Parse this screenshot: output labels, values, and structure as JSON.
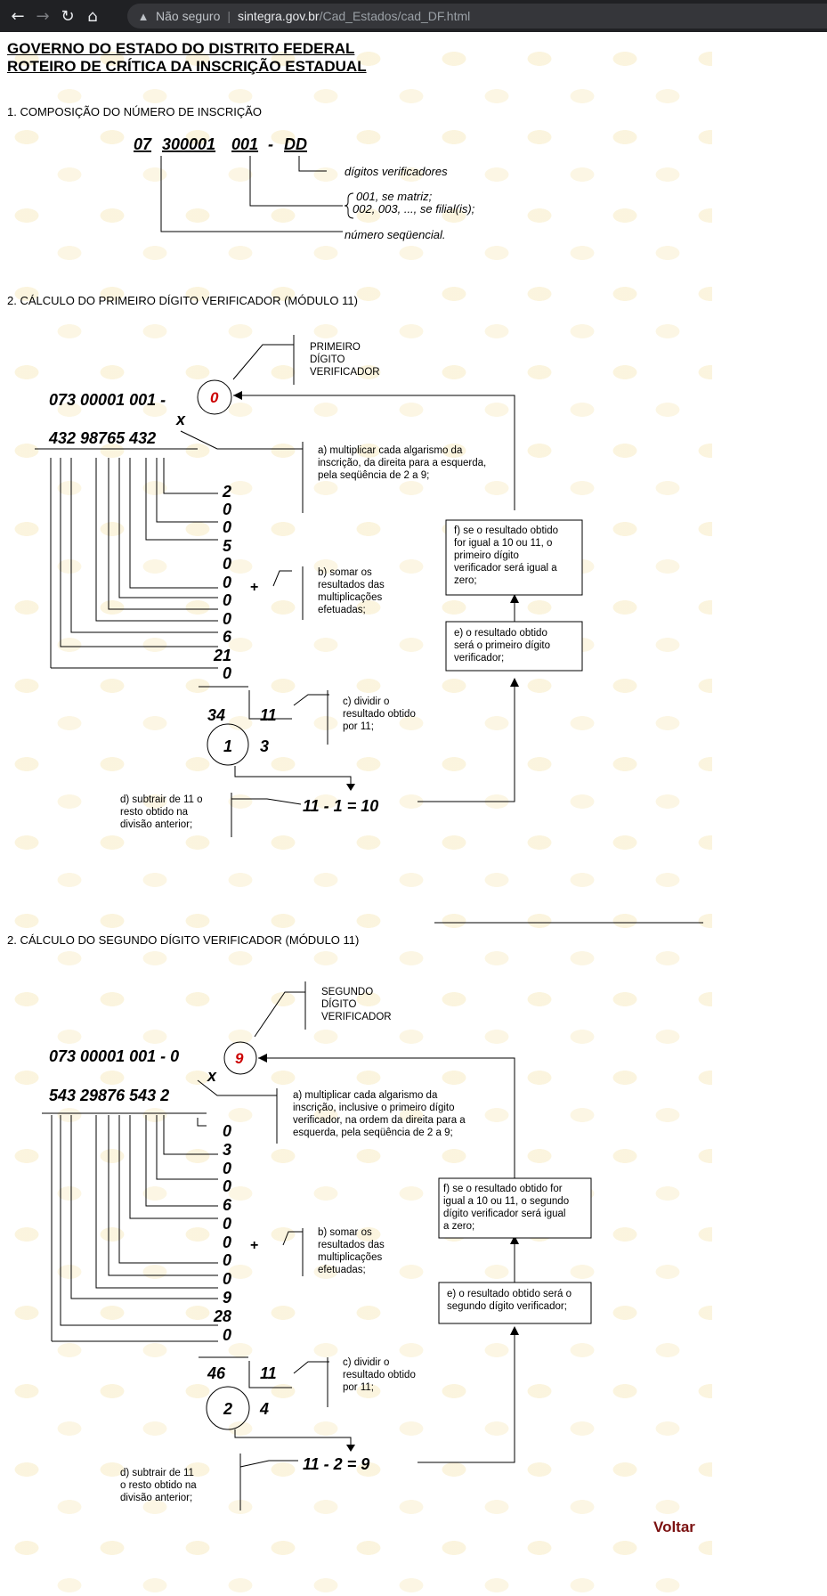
{
  "browser": {
    "security_label": "Não seguro",
    "url_host": "sintegra.gov.br",
    "url_path": "/Cad_Estados/cad_DF.html"
  },
  "header": {
    "line1": "GOVERNO DO ESTADO DO DISTRITO FEDERAL",
    "line2": "ROTEIRO DE CRÍTICA DA INSCRIÇÃO ESTADUAL"
  },
  "section1": {
    "title": "1.  COMPOSIÇÃO DO NÚMERO DE INSCRIÇÃO",
    "part_a": "07",
    "part_b": "300001",
    "part_c": "001",
    "dash": "-",
    "part_d": "DD",
    "label_dv": "dígitos verificadores",
    "label_matriz": "001, se matriz;",
    "label_filial": "002, 003, ..., se filial(is);",
    "label_seq": "número seqüencial."
  },
  "section2": {
    "title": "2.   CÁLCULO DO PRIMEIRO DÍGITO VERIFICADOR (MÓDULO 11)",
    "label_top": [
      "PRIMEIRO",
      "DÍGITO",
      "VERIFICADOR"
    ],
    "number": "073  00001   001  -",
    "result_digit": "0",
    "times": "x",
    "weights": "432  98765  432",
    "products": [
      "2",
      "0",
      "0",
      "5",
      "0",
      "0",
      "0",
      "0",
      "6",
      "21",
      "0"
    ],
    "plus": "+",
    "note_a": [
      "a) multiplicar cada algarismo da",
      "inscrição, da direita para a esquerda,",
      "pela seqüência de 2 a 9;"
    ],
    "note_b": [
      "b) somar os",
      "resultados das",
      "multiplicações",
      "efetuadas;"
    ],
    "sum": "34",
    "divisor": "11",
    "remainder": "1",
    "quotient": "3",
    "note_c": [
      "c) dividir o",
      "resultado obtido",
      "por 11;"
    ],
    "note_d": [
      "d) subtrair de 11 o",
      "resto obtido na",
      "divisão anterior;"
    ],
    "formula": "11  -  1  =   10",
    "note_e": [
      "e) o resultado obtido",
      "será o primeiro dígito",
      "verificador;"
    ],
    "note_f": [
      "f) se o resultado obtido",
      "for igual a 10 ou 11, o",
      "primeiro dígito",
      "verificador será igual a",
      "zero;"
    ]
  },
  "section3": {
    "title": "2.   CÁLCULO DO SEGUNDO DÍGITO VERIFICADOR (MÓDULO 11)",
    "label_top": [
      "SEGUNDO",
      "DÍGITO",
      "VERIFICADOR"
    ],
    "number": "073  00001   001  -  0",
    "result_digit": "9",
    "times": "x",
    "weights": "543 29876   543    2",
    "products": [
      "0",
      "3",
      "0",
      "0",
      "6",
      "0",
      "0",
      "0",
      "0",
      "9",
      "28",
      "0"
    ],
    "plus": "+",
    "note_a": [
      "a) multiplicar cada algarismo da",
      "inscrição, inclusive o primeiro dígito",
      "verificador, na ordem da direita para a",
      "esquerda,  pela seqüência de 2 a 9;"
    ],
    "note_b": [
      "b) somar os",
      "resultados das",
      "multiplicações",
      "efetuadas;"
    ],
    "sum": "46",
    "divisor": "11",
    "remainder": "2",
    "quotient": "4",
    "note_c": [
      "c) dividir o",
      "resultado obtido",
      "por 11;"
    ],
    "note_d": [
      "d) subtrair de 11",
      " o resto obtido na",
      "divisão anterior;"
    ],
    "formula": "11  -  2  =   9",
    "note_e": [
      "e) o resultado obtido será o",
      "segundo dígito verificador;"
    ],
    "note_f": [
      "f) se o resultado obtido for",
      "igual a 10 ou 11, o segundo",
      "dígito verificador será igual",
      "a zero;"
    ]
  },
  "footer": {
    "back_link": "Voltar"
  },
  "colors": {
    "highlight": "#cc0000",
    "link": "#7b1111",
    "chrome": "#202124"
  }
}
